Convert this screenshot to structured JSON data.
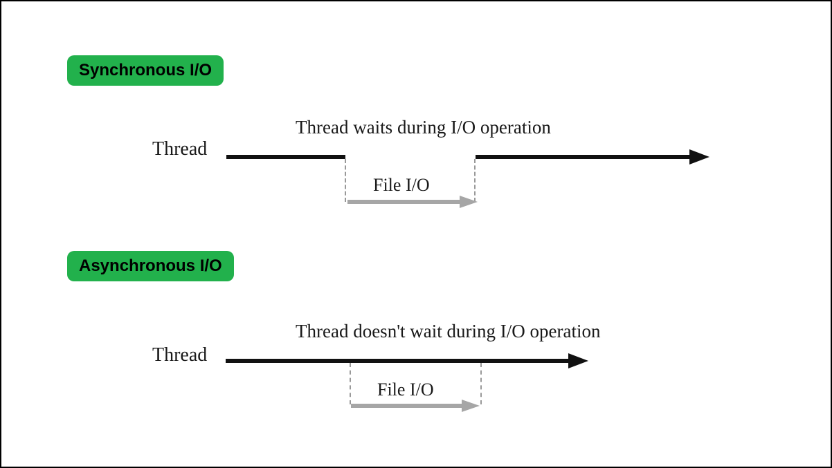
{
  "colors": {
    "canvas_background": "#ffffff",
    "canvas_border": "#000000",
    "badge_background": "#22b14c",
    "badge_text": "#000000",
    "thread_line": "#111111",
    "file_io_arrow": "#a6a6a6",
    "dashed_guide": "#999999",
    "diagram_text": "#1a1a1a"
  },
  "sections": [
    {
      "id": "synchronous",
      "badge_label": "Synchronous I/O",
      "caption": "Thread waits during I/O operation",
      "thread_label": "Thread",
      "io_label": "File I/O",
      "thread_behavior": "thread line pauses (gap) while File I/O runs, then resumes"
    },
    {
      "id": "asynchronous",
      "badge_label": "Asynchronous I/O",
      "caption": "Thread doesn't wait during I/O operation",
      "thread_label": "Thread",
      "io_label": "File I/O",
      "thread_behavior": "thread line continues unbroken while File I/O runs in parallel"
    }
  ]
}
